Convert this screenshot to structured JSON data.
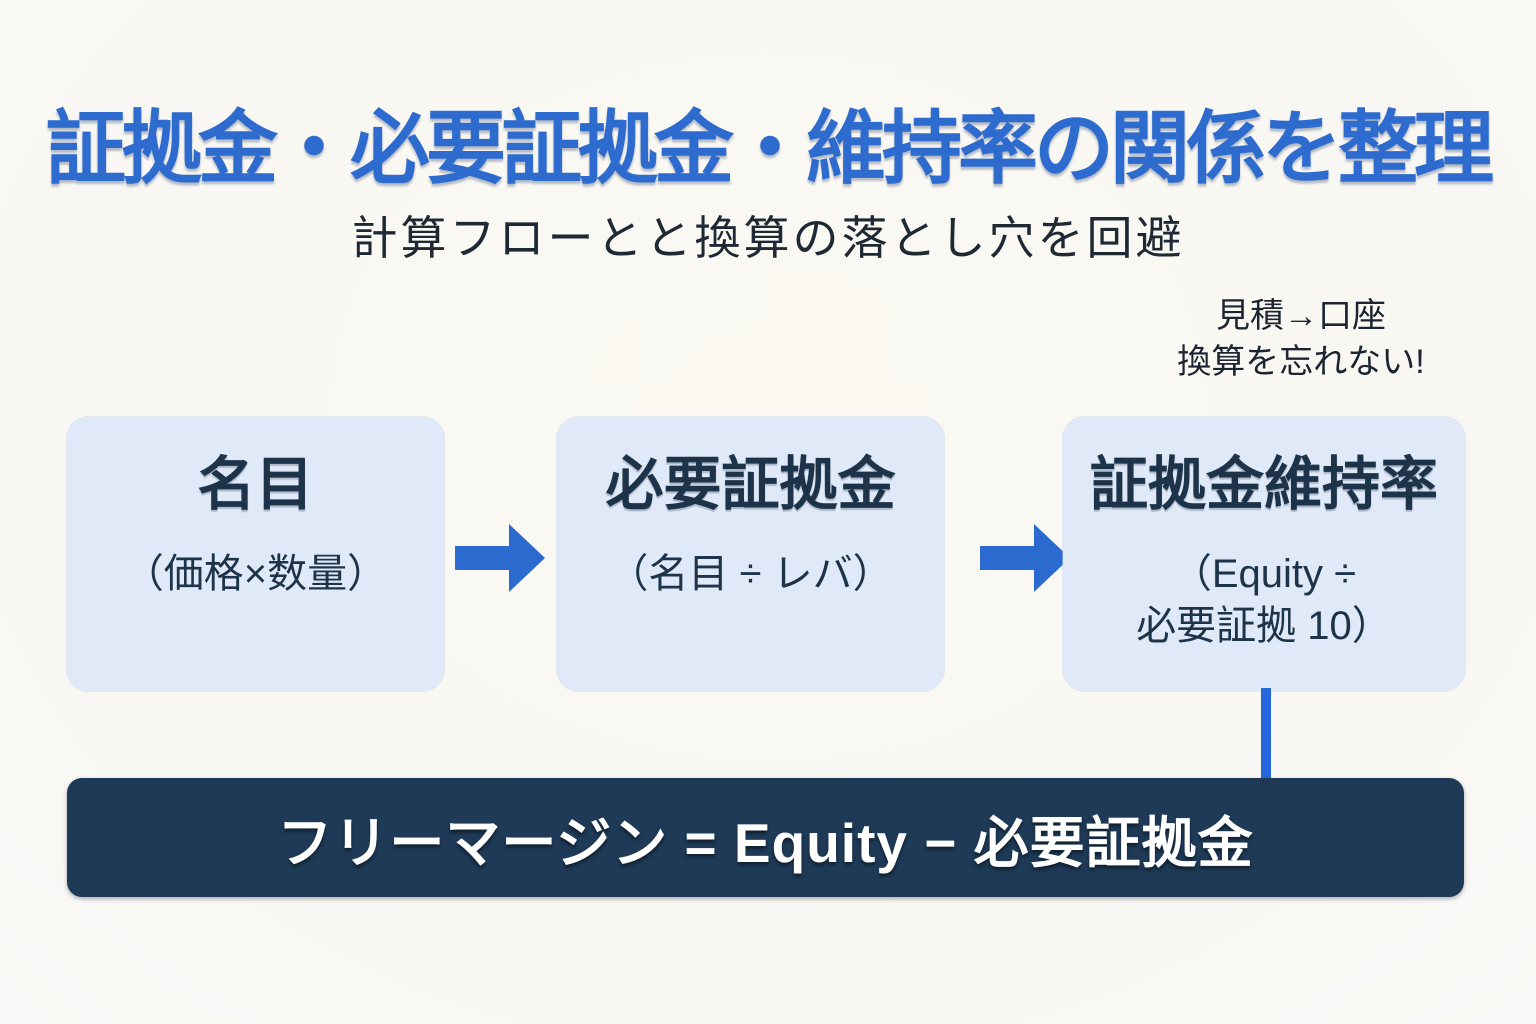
{
  "title": "証拠金・必要証拠金・維持率の関係を整理",
  "subtitle": "計算フローとと換算の落とし穴を回避",
  "note": {
    "line1": "見積→口座",
    "line2": "換算を忘れない!"
  },
  "flow": {
    "boxes": [
      {
        "title": "名目",
        "formula": "（価格×数量）"
      },
      {
        "title": "必要証拠金",
        "formula": "（名目 ÷ レバ）"
      },
      {
        "title": "証拠金維持率",
        "formula_line1": "（Equity ÷",
        "formula_line2": "必要証拠 10）"
      }
    ],
    "arrow_icon": "right-block-arrow"
  },
  "footer": {
    "formula": "フリーマージン = Equity − 必要証拠金"
  },
  "colors": {
    "accent_blue": "#2d6bce",
    "box_bg": "#dfe9f7",
    "box_text": "#1d3349",
    "bar_bg": "#1e3a57",
    "bar_text": "#ffffff",
    "page_bg": "#f9f7f2",
    "connector_blue": "#2667dc",
    "arrow_blue": "#2b6ace"
  }
}
